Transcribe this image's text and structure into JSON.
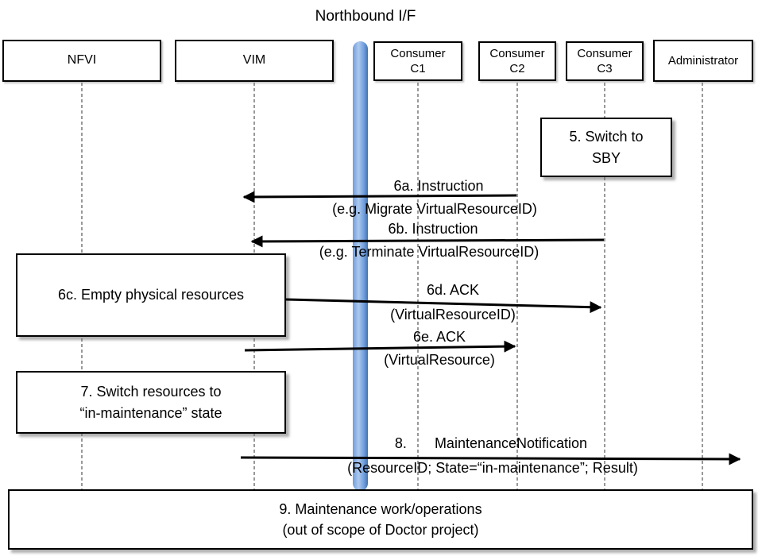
{
  "title": "Northbound I/F",
  "actors": [
    {
      "name": "NFVI"
    },
    {
      "name": "VIM"
    },
    {
      "name": "Consumer",
      "sub": "C1"
    },
    {
      "name": "Consumer",
      "sub": "C2"
    },
    {
      "name": "Consumer",
      "sub": "C3"
    },
    {
      "name": "Administrator"
    }
  ],
  "notes": {
    "switch_sby": {
      "line1": "5. Switch to",
      "line2": "SBY"
    },
    "empty_resources": {
      "line1": "6c. Empty physical resources"
    },
    "switch_maintenance": {
      "line1": "7. Switch resources to",
      "line2": "“in-maintenance” state"
    },
    "maintenance_work": {
      "line1": "9. Maintenance work/operations",
      "line2": "(out of scope of Doctor project)"
    }
  },
  "messages": {
    "m6a": {
      "label": "6a. Instruction",
      "detail": "(e.g. Migrate VirtualResourceID)"
    },
    "m6b": {
      "label": "6b. Instruction",
      "detail": "(e.g. Terminate VirtualResourceID)"
    },
    "m6d": {
      "label": "6d. ACK",
      "detail": "(VirtualResourceID)"
    },
    "m6e": {
      "label": "6e. ACK",
      "detail": "(VirtualResource)"
    },
    "m8": {
      "label": "8.       MaintenanceNotification",
      "detail": "(ResourceID; State=“in-maintenance”; Result)"
    }
  },
  "colors": {
    "bar_light": "#adc9ee",
    "bar_mid": "#6f9ddd",
    "bar_dark": "#4472ab"
  }
}
